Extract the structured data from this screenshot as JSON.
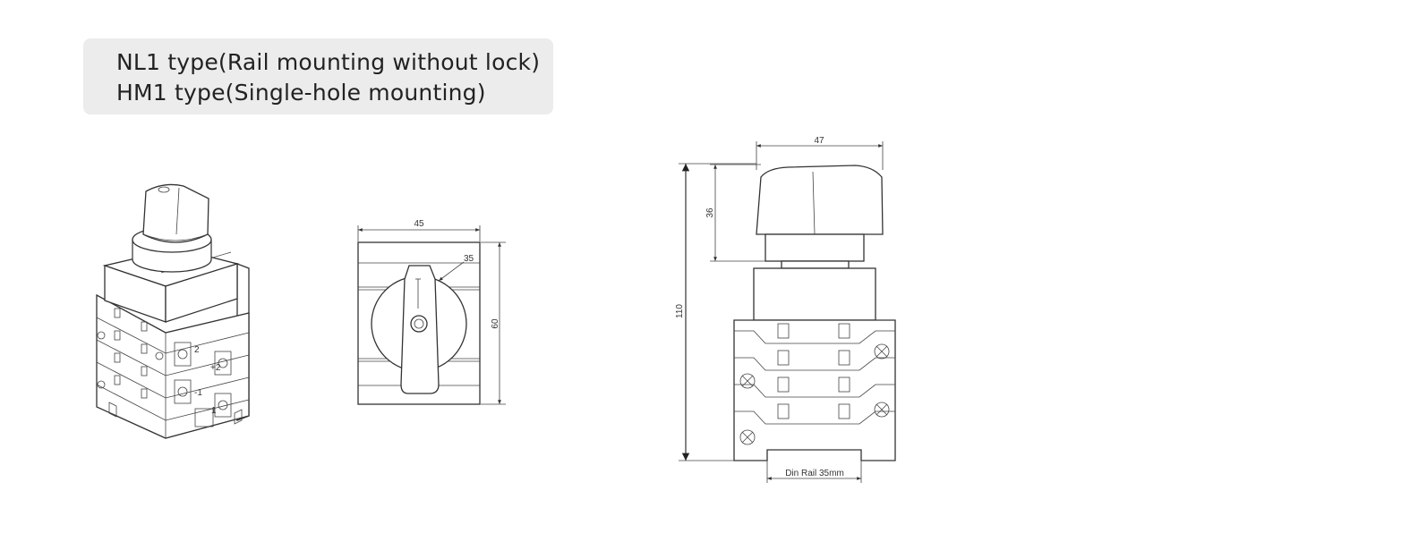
{
  "header": {
    "line1": "NL1 type(Rail mounting without lock)",
    "line2": "HM1 type(Single-hole mounting)"
  },
  "front_view": {
    "width_label": "45",
    "height_label": "60",
    "diameter_label": "35"
  },
  "side_view": {
    "knob_width_label": "47",
    "knob_height_label": "36",
    "total_height_label": "110",
    "rail_label": "Din Rail 35mm"
  },
  "iso_view": {
    "terminal_labels": [
      "2",
      "+2",
      "-1",
      "1"
    ]
  }
}
